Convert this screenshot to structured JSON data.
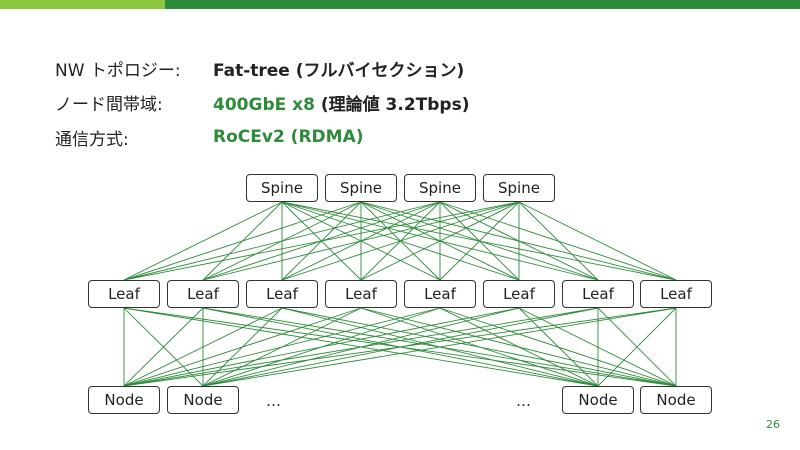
{
  "header": {
    "colors": {
      "light_green": "#8dc63f",
      "dark_green": "#2e8b3a"
    }
  },
  "info": [
    {
      "label": "NW トポロジー:",
      "value_parts": [
        {
          "text": "Fat-tree (フルバイセクション)",
          "color": "dark"
        }
      ]
    },
    {
      "label": "ノード間帯域:",
      "value_parts": [
        {
          "text": "400GbE x8",
          "color": "green"
        },
        {
          "text": " (理論値 3.2Tbps)",
          "color": "dark"
        }
      ]
    },
    {
      "label": "通信方式:",
      "value_parts": [
        {
          "text": "RoCEv2 (RDMA)",
          "color": "green"
        }
      ]
    }
  ],
  "diagram": {
    "spines": [
      "Spine",
      "Spine",
      "Spine",
      "Spine"
    ],
    "leaves": [
      "Leaf",
      "Leaf",
      "Leaf",
      "Leaf",
      "Leaf",
      "Leaf",
      "Leaf",
      "Leaf"
    ],
    "nodes_left": [
      "Node",
      "Node"
    ],
    "nodes_right": [
      "Node",
      "Node"
    ],
    "ellipsis": "…",
    "link_color": "#2e8b3a"
  },
  "footer": {
    "page_number": "26"
  }
}
